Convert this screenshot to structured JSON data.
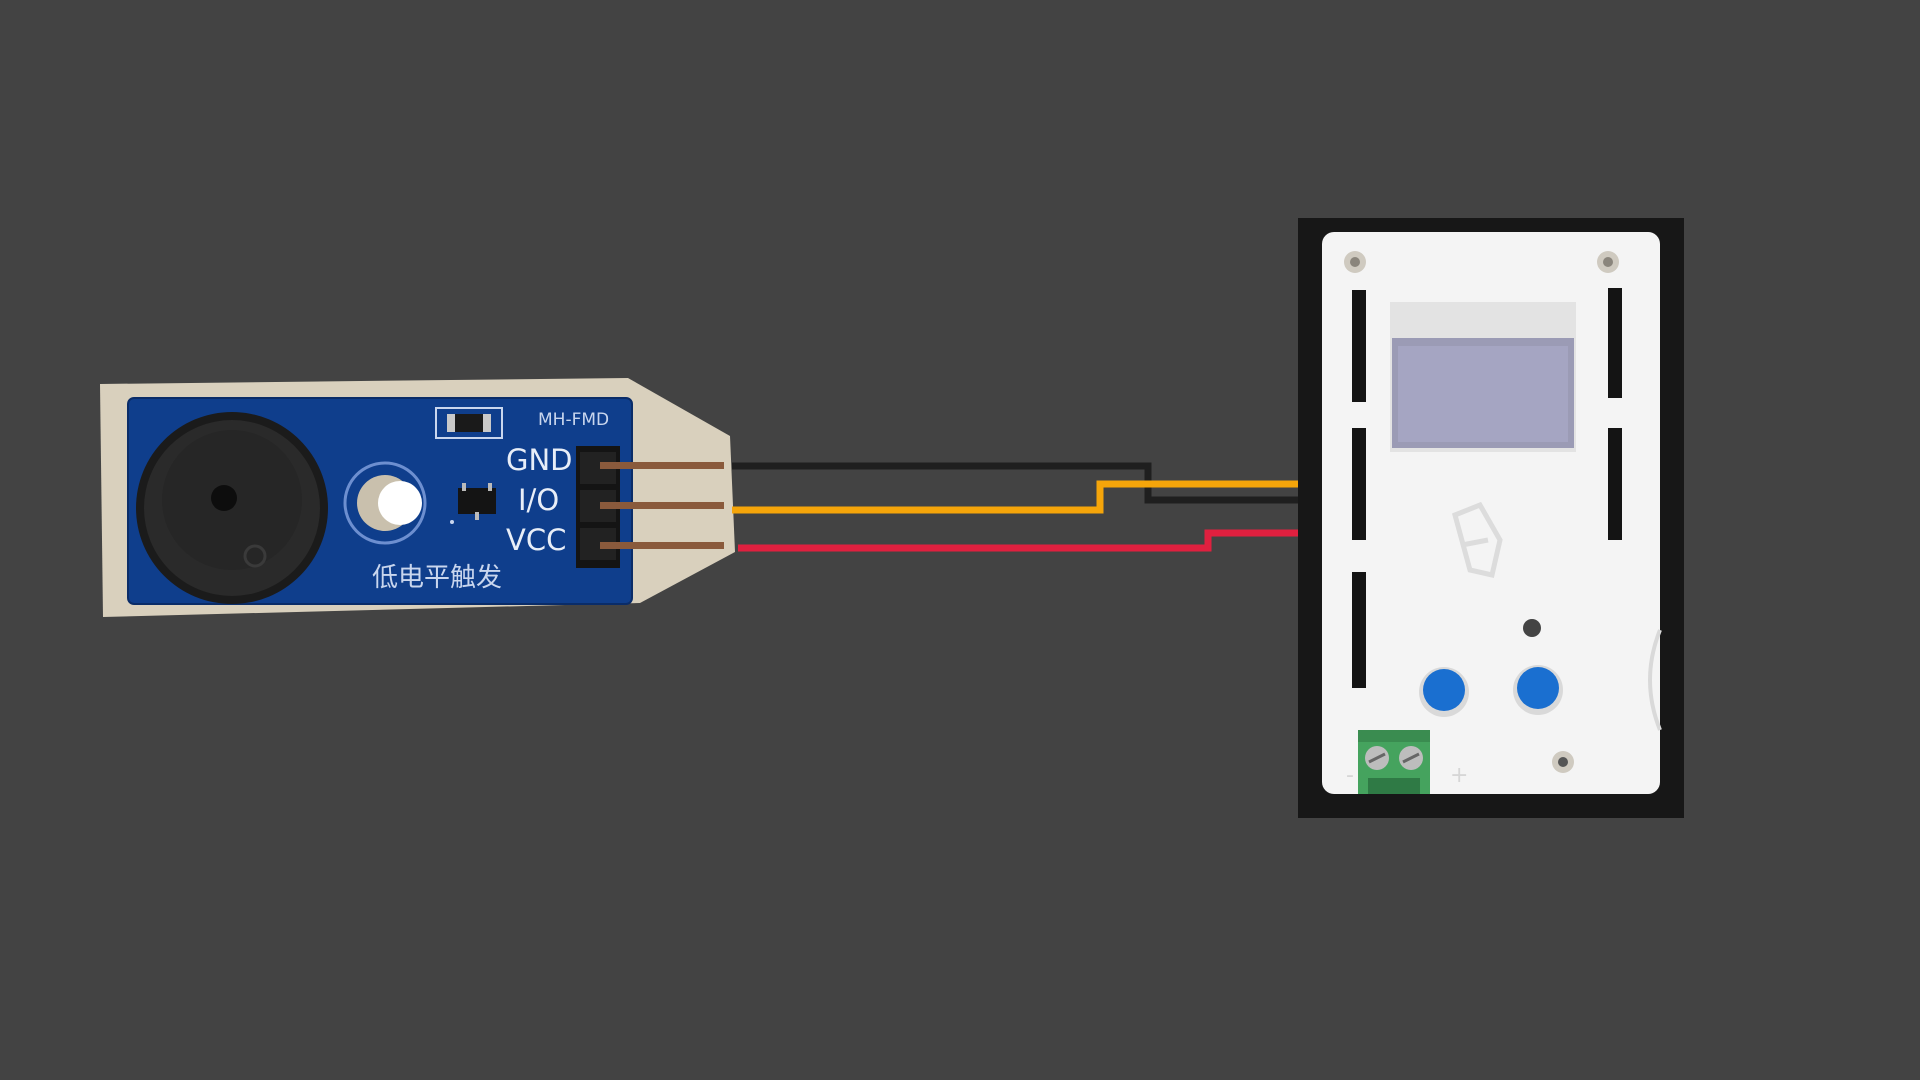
{
  "colors": {
    "background": "#434343",
    "wire_gnd": "#1f1f1f",
    "wire_io": "#f5a50a",
    "wire_vcc": "#e0203f",
    "pcb_blue": "#0f3e8c",
    "controller_white": "#f4f4f4",
    "button_blue": "#1a6fd0",
    "terminal_green": "#45a35e"
  },
  "buzzer_module": {
    "model": "MH-FMD",
    "caption": "低电平触发",
    "pins": [
      {
        "label": "GND",
        "wire": "black"
      },
      {
        "label": "I/O",
        "wire": "orange"
      },
      {
        "label": "VCC",
        "wire": "red"
      }
    ]
  },
  "wires": [
    {
      "from": "GND",
      "color": "black"
    },
    {
      "from": "I/O",
      "color": "orange"
    },
    {
      "from": "VCC",
      "color": "red"
    }
  ],
  "controller": {
    "buttons": 2,
    "terminal_marks": [
      "-",
      "+"
    ]
  }
}
